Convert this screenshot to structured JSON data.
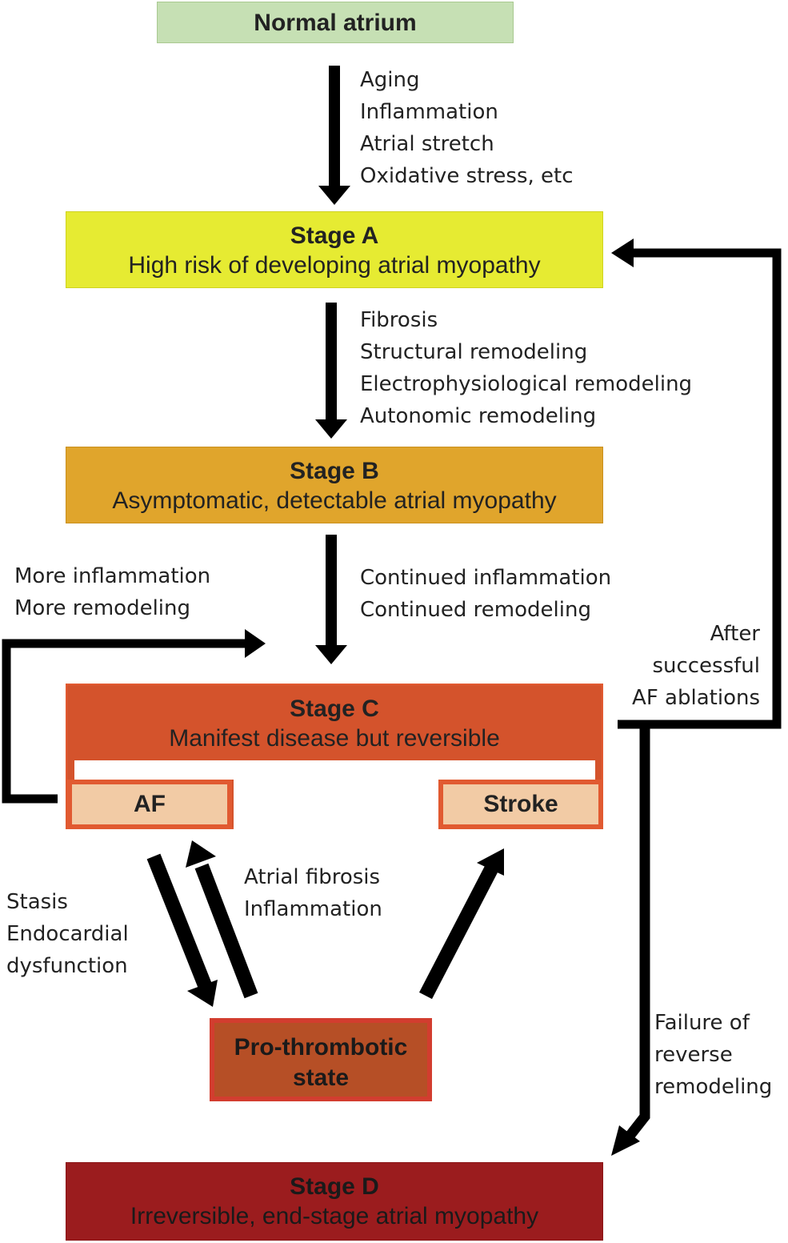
{
  "colors": {
    "normal": "#c6e0b4",
    "stage_a": "#e6eb32",
    "stage_b": "#e0a52c",
    "stage_c": "#d4532c",
    "stage_c_border": "#e15a31",
    "sub_fill": "#f2cba5",
    "pro_fill": "#b64f26",
    "pro_border": "#d23d2f",
    "stage_d": "#9b1c1e",
    "arrow": "#000000"
  },
  "boxes": {
    "normal": {
      "title": "Normal atrium"
    },
    "stage_a": {
      "title": "Stage A",
      "subtitle": "High risk of developing atrial myopathy"
    },
    "stage_b": {
      "title": "Stage B",
      "subtitle": "Asymptomatic, detectable atrial myopathy"
    },
    "stage_c": {
      "title": "Stage C",
      "subtitle": "Manifest disease but reversible"
    },
    "af": {
      "title": "AF"
    },
    "stroke": {
      "title": "Stroke"
    },
    "prothrombotic": {
      "line1": "Pro-thrombotic",
      "line2": "state"
    },
    "stage_d": {
      "title": "Stage D",
      "subtitle": "Irreversible, end-stage atrial myopathy"
    }
  },
  "labels": {
    "normal_to_a": [
      "Aging",
      "Inflammation",
      "Atrial stretch",
      "Oxidative stress, etc"
    ],
    "a_to_b": [
      "Fibrosis",
      "Structural remodeling",
      "Electrophysiological remodeling",
      "Autonomic remodeling"
    ],
    "b_to_c": [
      "Continued inflammation",
      "Continued remodeling"
    ],
    "af_feedback": [
      "More inflammation",
      "More remodeling"
    ],
    "ablation": [
      "After",
      "successful",
      "AF ablations"
    ],
    "stasis": [
      "Stasis",
      "Endocardial",
      "dysfunction"
    ],
    "fibrosis_inflammation": [
      "Atrial fibrosis",
      "Inflammation"
    ],
    "failure": [
      "Failure of",
      "reverse",
      "remodeling"
    ]
  }
}
